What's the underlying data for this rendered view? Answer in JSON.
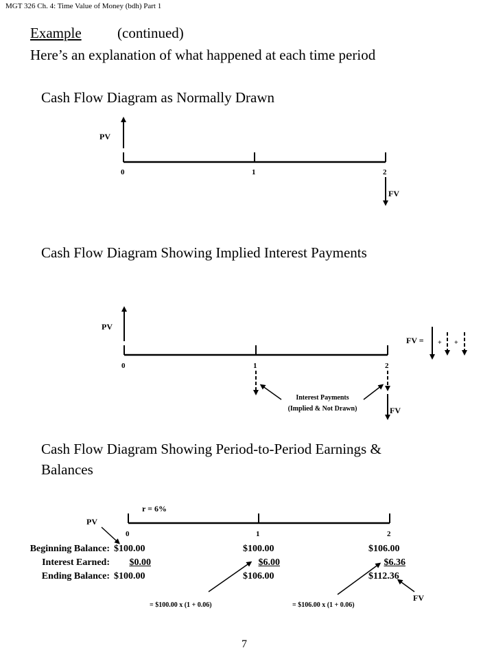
{
  "header": "MGT 326  Ch. 4: Time Value of Money (bdh) Part 1",
  "heading": {
    "underlined": "Example",
    "rest": " (continued)",
    "line2": "Here’s an explanation of what happened at each time period"
  },
  "section1": {
    "title": "Cash Flow Diagram as Normally Drawn",
    "pv": "PV",
    "fv": "FV",
    "ticks": [
      "0",
      "1",
      "2"
    ]
  },
  "section2": {
    "title": "Cash Flow Diagram Showing Implied Interest Payments",
    "pv": "PV",
    "fv": "FV",
    "fv_eq": "FV =",
    "plus": "+",
    "ticks": [
      "0",
      "1",
      "2"
    ],
    "note_line1": "Interest Payments",
    "note_line2": "(Implied & Not Drawn)"
  },
  "section3": {
    "title_line1": "Cash Flow Diagram Showing Period-to-Period Earnings &",
    "title_line2": "Balances",
    "rate": "r = 6%",
    "pv": "PV",
    "fv": "FV",
    "ticks": [
      "0",
      "1",
      "2"
    ],
    "row_labels": [
      "Beginning Balance:",
      "Interest Earned:",
      "Ending Balance:"
    ],
    "period0": [
      "$100.00",
      "$0.00",
      "$100.00"
    ],
    "period1": [
      "$100.00",
      "$6.00",
      "$106.00"
    ],
    "period2": [
      "$106.00",
      "$6.36",
      "$112.36"
    ],
    "formula1": "= $100.00 x (1 + 0.06)",
    "formula2": "= $106.00 x (1 + 0.06)"
  },
  "page_number": "7"
}
